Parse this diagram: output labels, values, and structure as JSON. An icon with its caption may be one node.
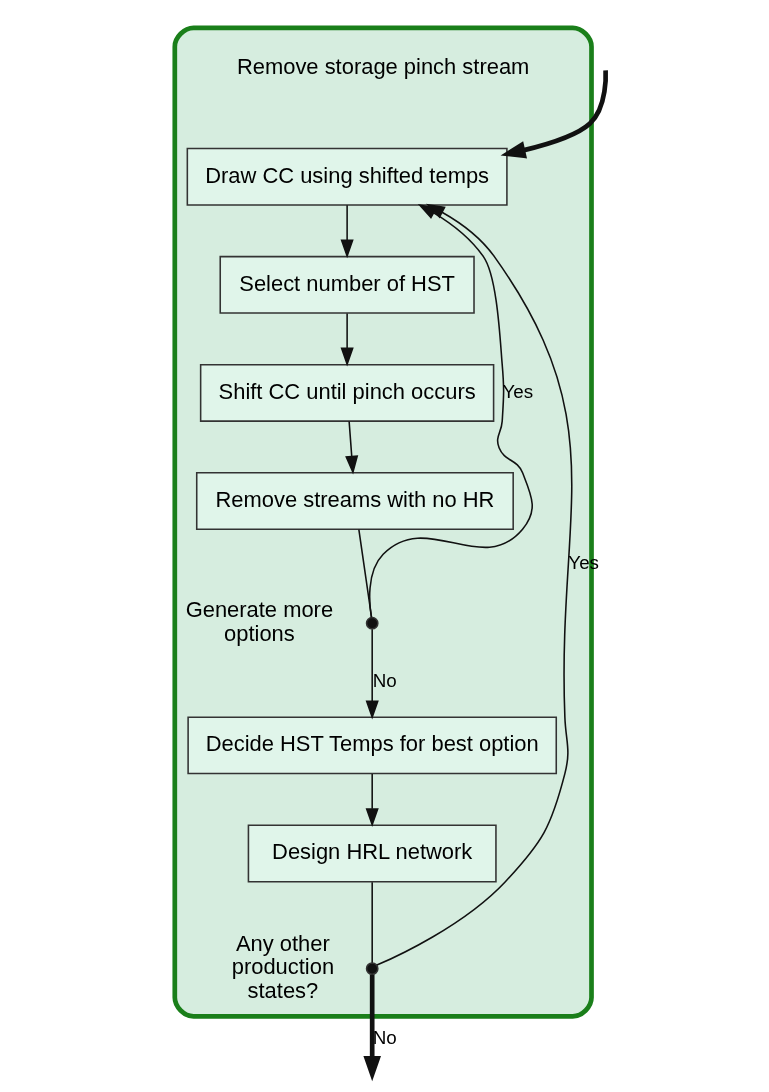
{
  "diagram": {
    "nodes": [
      {
        "text": [],
        "shape": "box"
      },
      {
        "text": [
          "Draw CC using shifted temps"
        ],
        "in": 0
      },
      {
        "text": [
          "Select number of HST"
        ],
        "in": 0
      },
      {
        "text": [
          "Shift CC until pinch occurs"
        ],
        "in": 0
      },
      {
        "text": [
          "Remove streams with no HR"
        ],
        "in": 0
      },
      {
        "text": [],
        "shape": "circle",
        "in": 0,
        "beside": [
          "Generate more options"
        ]
      },
      {
        "text": [
          "Decide HST Temps for best option"
        ],
        "in": 0
      },
      {
        "text": [
          "Design HRL network"
        ],
        "in": 0
      },
      {
        "text": [],
        "shape": "circle",
        "in": 0,
        "beside": [
          "Any other production states?"
        ]
      }
    ],
    "edges": [
      {
        "from": null,
        "to": 1,
        "arrow": "to",
        "style": "thick"
      },
      {
        "from": 1,
        "to": 2,
        "arrow": "to"
      },
      {
        "from": 2,
        "to": 3,
        "arrow": "to"
      },
      {
        "from": 3,
        "to": 4,
        "arrow": "to"
      },
      {
        "from": 4,
        "to": 5,
        "arrow": "none"
      },
      {
        "from": 5,
        "to": 6,
        "arrow": "to",
        "label": "No"
      },
      {
        "from": 5,
        "to": 1,
        "arrow": "to",
        "label": "Yes"
      },
      {
        "from": 6,
        "to": 7,
        "arrow": "to"
      },
      {
        "from": 7,
        "to": 8,
        "arrow": "none"
      },
      {
        "from": 8,
        "to": 1,
        "arrow": "to",
        "label": "Yes"
      },
      {
        "from": 8,
        "to": null,
        "arrow": "to",
        "label": "No",
        "style": "thick"
      }
    ],
    "labels": [
      "Remove storage pinch stream"
    ]
  }
}
